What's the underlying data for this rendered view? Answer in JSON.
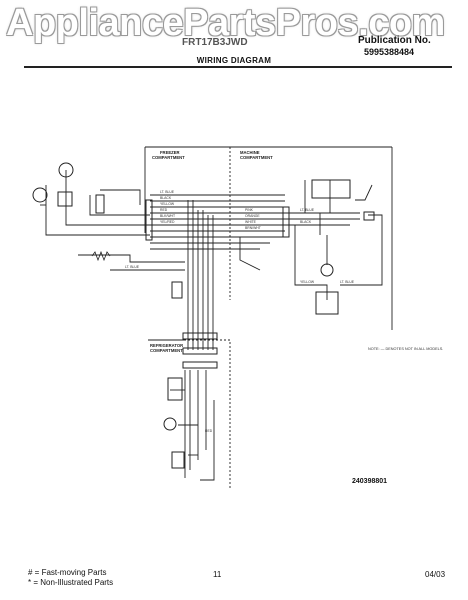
{
  "watermark": "AppliancePartsPros.com",
  "header": {
    "model": "FRT17B3JWD",
    "publication_label": "Publication No.",
    "publication_number": "5995388484",
    "title": "WIRING DIAGRAM"
  },
  "diagram": {
    "compartments": {
      "freezer": [
        "FREEZER",
        "COMPARTMENT"
      ],
      "machine": [
        "MACHINE",
        "COMPARTMENT"
      ],
      "refrigerator": [
        "REFRIGERATOR",
        "COMPARTMENT"
      ]
    },
    "wire_colors": [
      "LT. BLUE",
      "BLACK",
      "YELLOW",
      "RED",
      "BLK/WHT",
      "YEL/RED",
      "PINK",
      "ORANGE",
      "WHITE",
      "BRN/WHT"
    ],
    "note": "NOTE: — DENOTES NOT IN ALL MODELS.",
    "part_code": "240398801"
  },
  "footer": {
    "legend": [
      "# = Fast-moving Parts",
      "* = Non-Illustrated Parts"
    ],
    "page": "11",
    "date": "04/03"
  }
}
